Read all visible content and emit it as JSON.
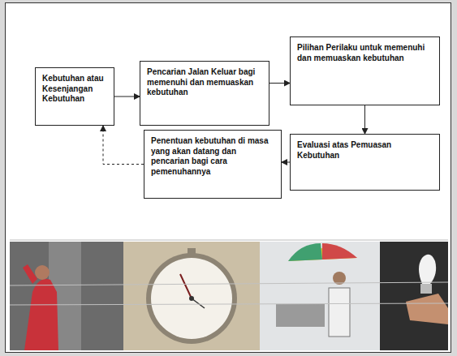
{
  "diagram": {
    "nodes": [
      {
        "text": [
          "Kebutuhan atau Kesenjangan Kebutuhan"
        ]
      },
      {
        "text": [
          "Pencarian Jalan Keluar bagi memenuhi dan memuaskan kebutuhan"
        ]
      },
      {
        "text": [
          "Pilihan Perilaku untuk memenuhi dan memuaskan kebutuhan"
        ]
      },
      {
        "text": [
          "Evaluasi atas Pemuasan Kebutuhan"
        ]
      },
      {
        "text": [
          "Penentuan kebutuhan di masa yang akan datang dan pencarian bagi cara pemenuhannya"
        ]
      }
    ],
    "edges": [
      {
        "from": 0,
        "to": 1,
        "arrow": "to"
      },
      {
        "from": 1,
        "to": 2,
        "arrow": "to"
      },
      {
        "from": 2,
        "to": 3,
        "arrow": "to"
      },
      {
        "from": 3,
        "to": 4,
        "arrow": "to"
      },
      {
        "from": 4,
        "to": 0,
        "arrow": "to"
      }
    ]
  }
}
